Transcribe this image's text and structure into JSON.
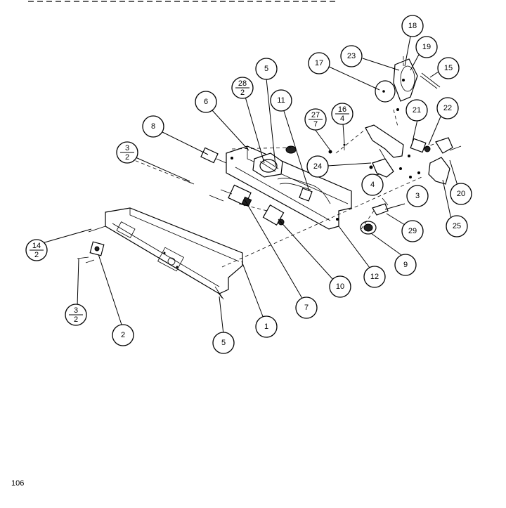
{
  "page_number": "106",
  "callouts": [
    {
      "id": "c1",
      "label": "1"
    },
    {
      "id": "c2",
      "label": "2"
    },
    {
      "id": "c3",
      "label": "3"
    },
    {
      "id": "c4",
      "label": "4"
    },
    {
      "id": "c5a",
      "label": "5"
    },
    {
      "id": "c5b",
      "label": "5"
    },
    {
      "id": "c6",
      "label": "6"
    },
    {
      "id": "c7",
      "label": "7"
    },
    {
      "id": "c8",
      "label": "8"
    },
    {
      "id": "c9",
      "label": "9"
    },
    {
      "id": "c10",
      "label": "10"
    },
    {
      "id": "c11",
      "label": "11"
    },
    {
      "id": "c12",
      "label": "12"
    },
    {
      "id": "c15",
      "label": "15"
    },
    {
      "id": "c17",
      "label": "17"
    },
    {
      "id": "c18",
      "label": "18"
    },
    {
      "id": "c19",
      "label": "19"
    },
    {
      "id": "c20",
      "label": "20"
    },
    {
      "id": "c21",
      "label": "21"
    },
    {
      "id": "c22",
      "label": "22"
    },
    {
      "id": "c23",
      "label": "23"
    },
    {
      "id": "c24",
      "label": "24"
    },
    {
      "id": "c25",
      "label": "25"
    },
    {
      "id": "c29",
      "label": "29"
    }
  ],
  "fraction_callouts": [
    {
      "id": "f28",
      "top": "28",
      "bottom": "2"
    },
    {
      "id": "f27",
      "top": "27",
      "bottom": "7"
    },
    {
      "id": "f16",
      "top": "16",
      "bottom": "4"
    },
    {
      "id": "f3a",
      "top": "3",
      "bottom": "2"
    },
    {
      "id": "f14",
      "top": "14",
      "bottom": "2"
    },
    {
      "id": "f3b",
      "top": "3",
      "bottom": "2"
    }
  ]
}
